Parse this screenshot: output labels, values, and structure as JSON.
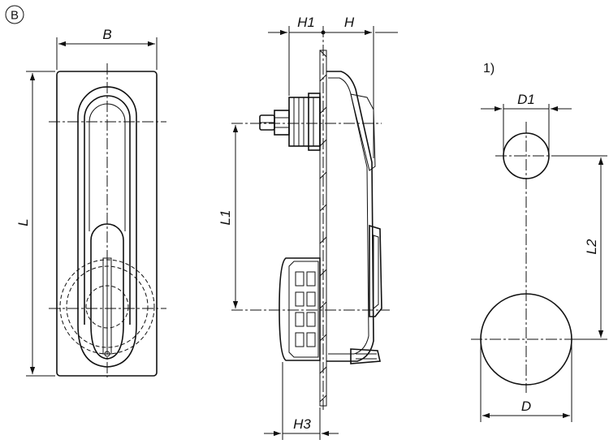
{
  "view_label": "B",
  "footnote_marker": "1)",
  "dimensions": {
    "B": "B",
    "L": "L",
    "H1": "H1",
    "H": "H",
    "L1": "L1",
    "H3": "H3",
    "D1": "D1",
    "D": "D",
    "L2": "L2"
  }
}
